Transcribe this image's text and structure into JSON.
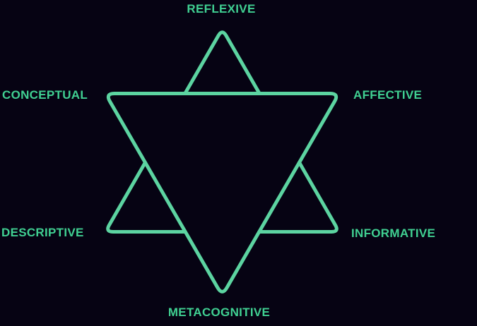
{
  "background_color": "#060313",
  "diagram": {
    "type": "hexagram-star",
    "stroke_color": "#5CD4A1",
    "text_color": "#40D092",
    "labels": {
      "top": "REFLEXIVE",
      "upper_left": "CONCEPTUAL",
      "upper_right": "AFFECTIVE",
      "lower_left": "DESCRIPTIVE",
      "lower_right": "INFORMATIVE",
      "bottom": "METACOGNITIVE"
    }
  }
}
